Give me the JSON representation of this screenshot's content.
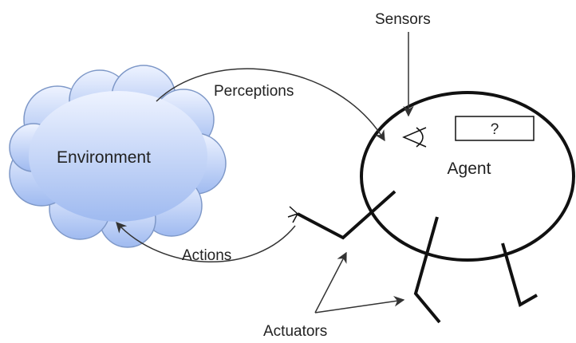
{
  "diagram": {
    "environment_label": "Environment",
    "agent_label": "Agent",
    "unknown_box_label": "?",
    "perceptions_label": "Perceptions",
    "actions_label": "Actions",
    "sensors_label": "Sensors",
    "actuators_label": "Actuators"
  },
  "colors": {
    "cloud_fill_top": "#eef3ff",
    "cloud_fill_bottom": "#9fbaf0",
    "cloud_stroke": "#7e98c8",
    "line": "#111111",
    "arrow": "#333333",
    "text": "#222222"
  }
}
